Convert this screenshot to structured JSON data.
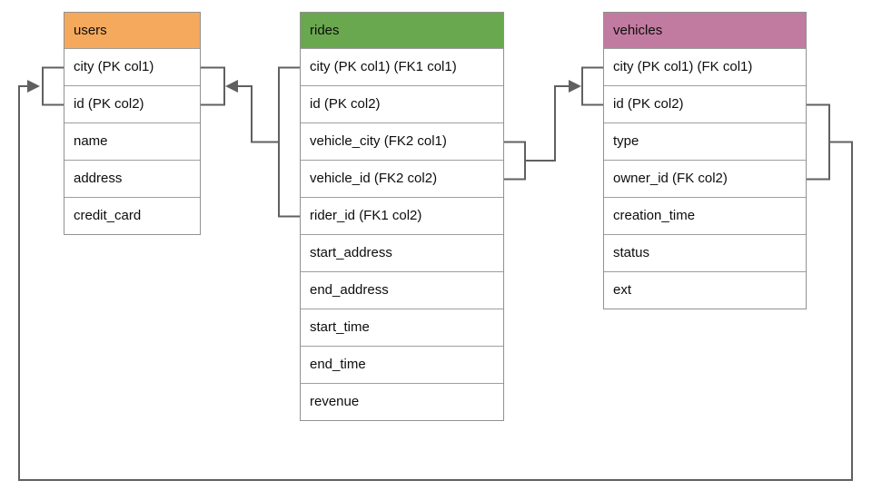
{
  "diagram": {
    "background_color": "#ffffff",
    "line_color": "#606060",
    "border_color": "#919191"
  },
  "tables": {
    "users": {
      "title": "users",
      "header_color": "#f5a95c",
      "rows": [
        "city (PK col1)",
        "id (PK col2)",
        "name",
        "address",
        "credit_card"
      ]
    },
    "rides": {
      "title": "rides",
      "header_color": "#6aa84f",
      "rows": [
        "city (PK col1) (FK1 col1)",
        "id (PK col2)",
        "vehicle_city (FK2 col1)",
        "vehicle_id (FK2 col2)",
        "rider_id (FK1 col2)",
        "start_address",
        "end_address",
        "start_time",
        "end_time",
        "revenue"
      ]
    },
    "vehicles": {
      "title": "vehicles",
      "header_color": "#c27ba0",
      "rows": [
        "city (PK col1) (FK col1)",
        "id (PK col2)",
        "type",
        "owner_id (FK col2)",
        "creation_time",
        "status",
        "ext"
      ]
    }
  },
  "relationships": [
    {
      "name": "rides-fk1-users",
      "from": "rides (city, rider_id)",
      "to": "users (city, id)"
    },
    {
      "name": "rides-fk2-vehicles",
      "from": "rides (vehicle_city, vehicle_id)",
      "to": "vehicles (city, id)"
    },
    {
      "name": "vehicles-fk-users",
      "from": "vehicles (id, owner_id)",
      "to": "users (city, id)"
    }
  ]
}
